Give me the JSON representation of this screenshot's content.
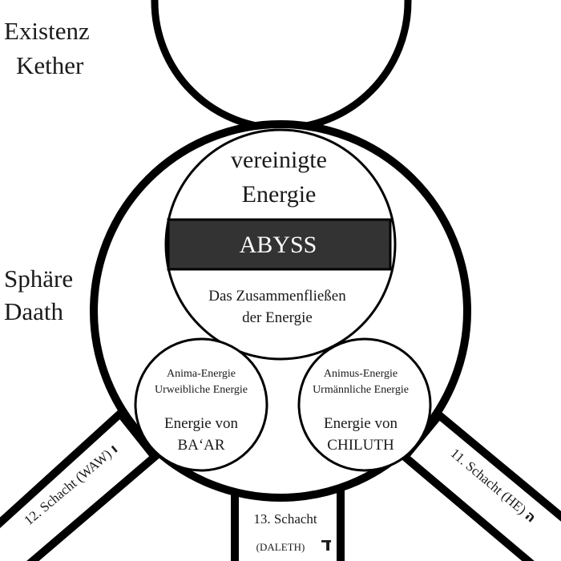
{
  "labels": {
    "kether_line1": "Existenz",
    "kether_line2": "Kether",
    "daath_line1": "Sphäre",
    "daath_line2": "Daath",
    "united_line1": "vereinigte",
    "united_line2": "Energie",
    "abyss": "ABYSS",
    "confluence_line1": "Das Zusammenfließen",
    "confluence_line2": "der Energie",
    "anima_line1": "Anima-Energie",
    "anima_line2": "Urweibliche Energie",
    "baar_line1": "Energie von",
    "baar_line2": "BA‘AR",
    "animus_line1": "Animus-Energie",
    "animus_line2": "Urmännliche Energie",
    "chiluth_line1": "Energie von",
    "chiluth_line2": "CHILUTH",
    "shaft12": "12. Schacht (WAW)",
    "shaft12_letter": "ו",
    "shaft11": "11. Schacht (HE)",
    "shaft11_letter": "ה",
    "shaft13_line1": "13. Schacht",
    "shaft13_line2": "(DALETH)",
    "shaft13_letter": "ד"
  },
  "colors": {
    "stroke": "#000000",
    "abyss_band": "#333333",
    "abyss_text": "#ffffff",
    "background": "#ffffff"
  }
}
